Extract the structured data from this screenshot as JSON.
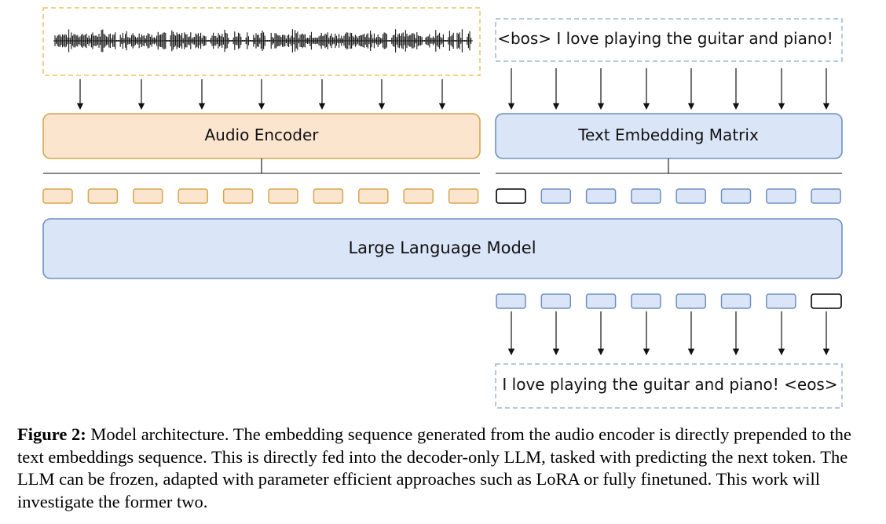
{
  "input_text": "<bos> I love playing the guitar and piano!",
  "output_text": "I love playing the guitar and piano! <eos>",
  "audio_encoder_label": "Audio Encoder",
  "text_embedding_label": "Text Embedding Matrix",
  "llm_label": "Large Language Model",
  "caption": {
    "label": "Figure 2:",
    "text": "Model architecture. The embedding sequence generated from the audio encoder is directly prepended to the text embeddings sequence. This is directly fed into the decoder-only LLM, tasked with predicting the next token. The LLM can be frozen, adapted with parameter efficient approaches such as LoRA or fully finetuned. This work will investigate the former two."
  },
  "colors": {
    "audio_fill": "#fbe5cf",
    "audio_stroke": "#d6a64b",
    "text_fill": "#dae6f8",
    "text_stroke": "#6e8fc0",
    "special_token_stroke": "#000000"
  }
}
